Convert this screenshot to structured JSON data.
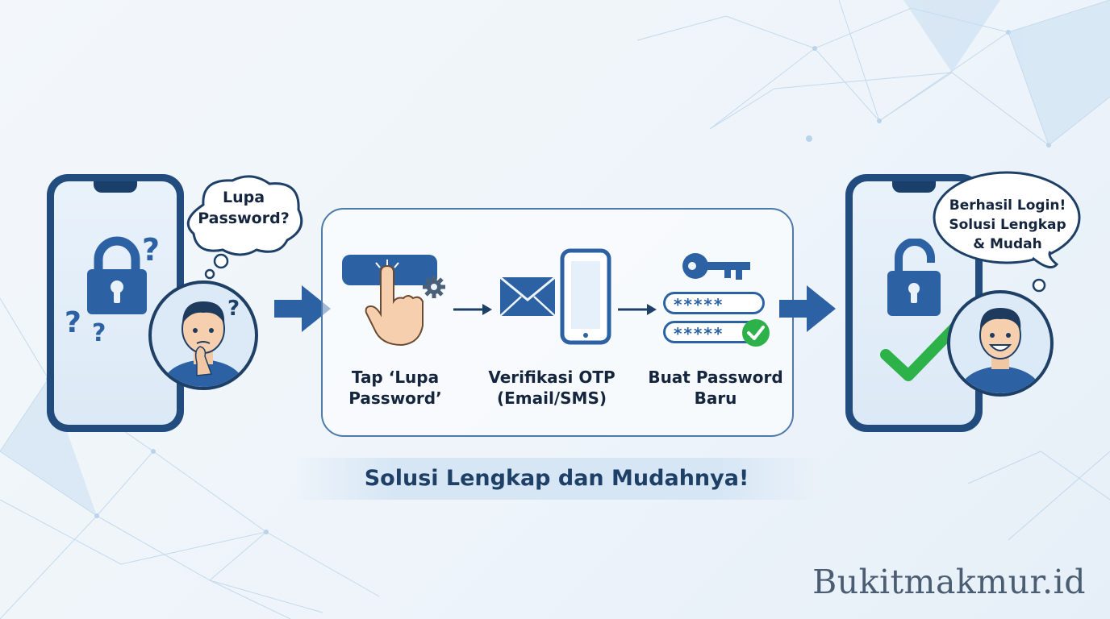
{
  "left_bubble": {
    "line1": "Lupa",
    "line2": "Password?"
  },
  "right_bubble": {
    "line1": "Berhasil Login!",
    "line2": "Solusi Lengkap",
    "line3": "& Mudah"
  },
  "steps": [
    {
      "line1": "Tap ‘Lupa",
      "line2": "Password’"
    },
    {
      "line1": "Verifikasi OTP",
      "line2": "(Email/SMS)"
    },
    {
      "line1": "Buat Password",
      "line2": "Baru"
    }
  ],
  "password_mask_1": "*****",
  "password_mask_2": "*****",
  "question_marks": [
    "?",
    "?",
    "?",
    "?"
  ],
  "banner": "Solusi Lengkap dan Mudahnya!",
  "watermark": "Bukitmakmur.id",
  "colors": {
    "primary_blue": "#2c62a4",
    "dark_navy": "#1e3f66",
    "success_green": "#2db24a",
    "background": "#eef4fa"
  }
}
